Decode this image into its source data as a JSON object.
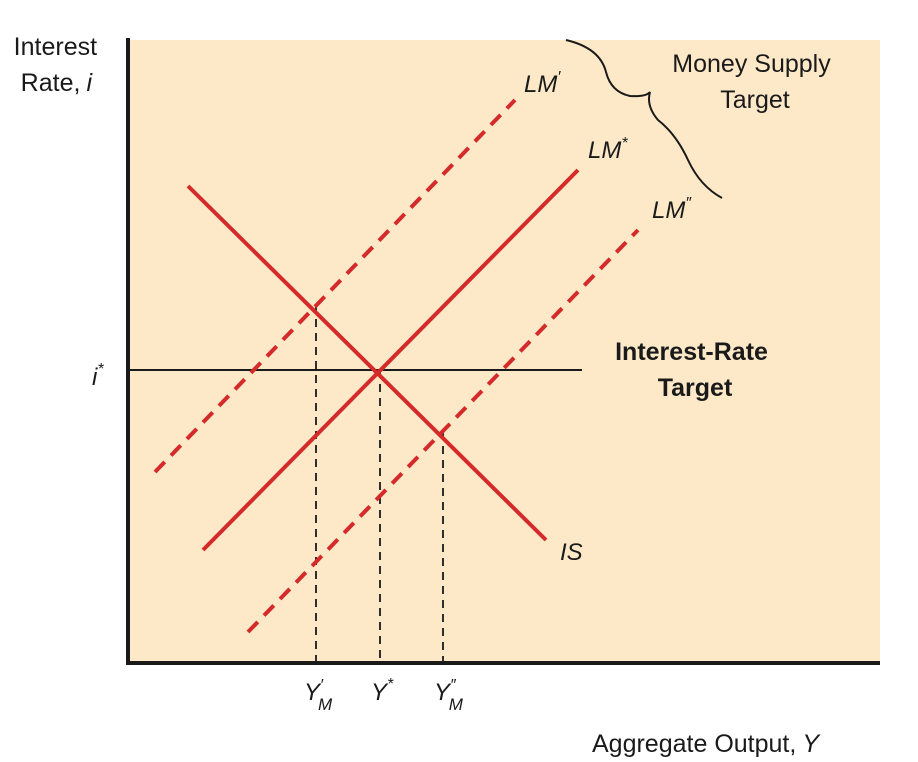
{
  "colors": {
    "background": "#fde9c8",
    "curve": "#d42a2a",
    "axis": "#1a1a1a"
  },
  "axes": {
    "y_title_line1": "Interest",
    "y_title_line2": "Rate,",
    "y_title_var": "i",
    "x_title": "Aggregate Output,",
    "x_title_var": "Y"
  },
  "curves": {
    "lm_prime": "LM",
    "lm_prime_mark": "′",
    "lm_star": "LM",
    "lm_star_mark": "*",
    "lm_double": "LM",
    "lm_double_mark": "″",
    "is": "IS"
  },
  "ticks": {
    "y_i": "i",
    "y_i_mark": "*",
    "x_ym_prime": "Y",
    "x_ym_prime_mark": "′",
    "x_ym_prime_sub": "M",
    "x_ystar": "Y",
    "x_ystar_mark": "*",
    "x_ym_double": "Y",
    "x_ym_double_mark": "″",
    "x_ym_double_sub": "M"
  },
  "annotations": {
    "money_supply_line1": "Money Supply",
    "money_supply_line2": "Target",
    "interest_rate_line1": "Interest-Rate",
    "interest_rate_line2": "Target"
  }
}
